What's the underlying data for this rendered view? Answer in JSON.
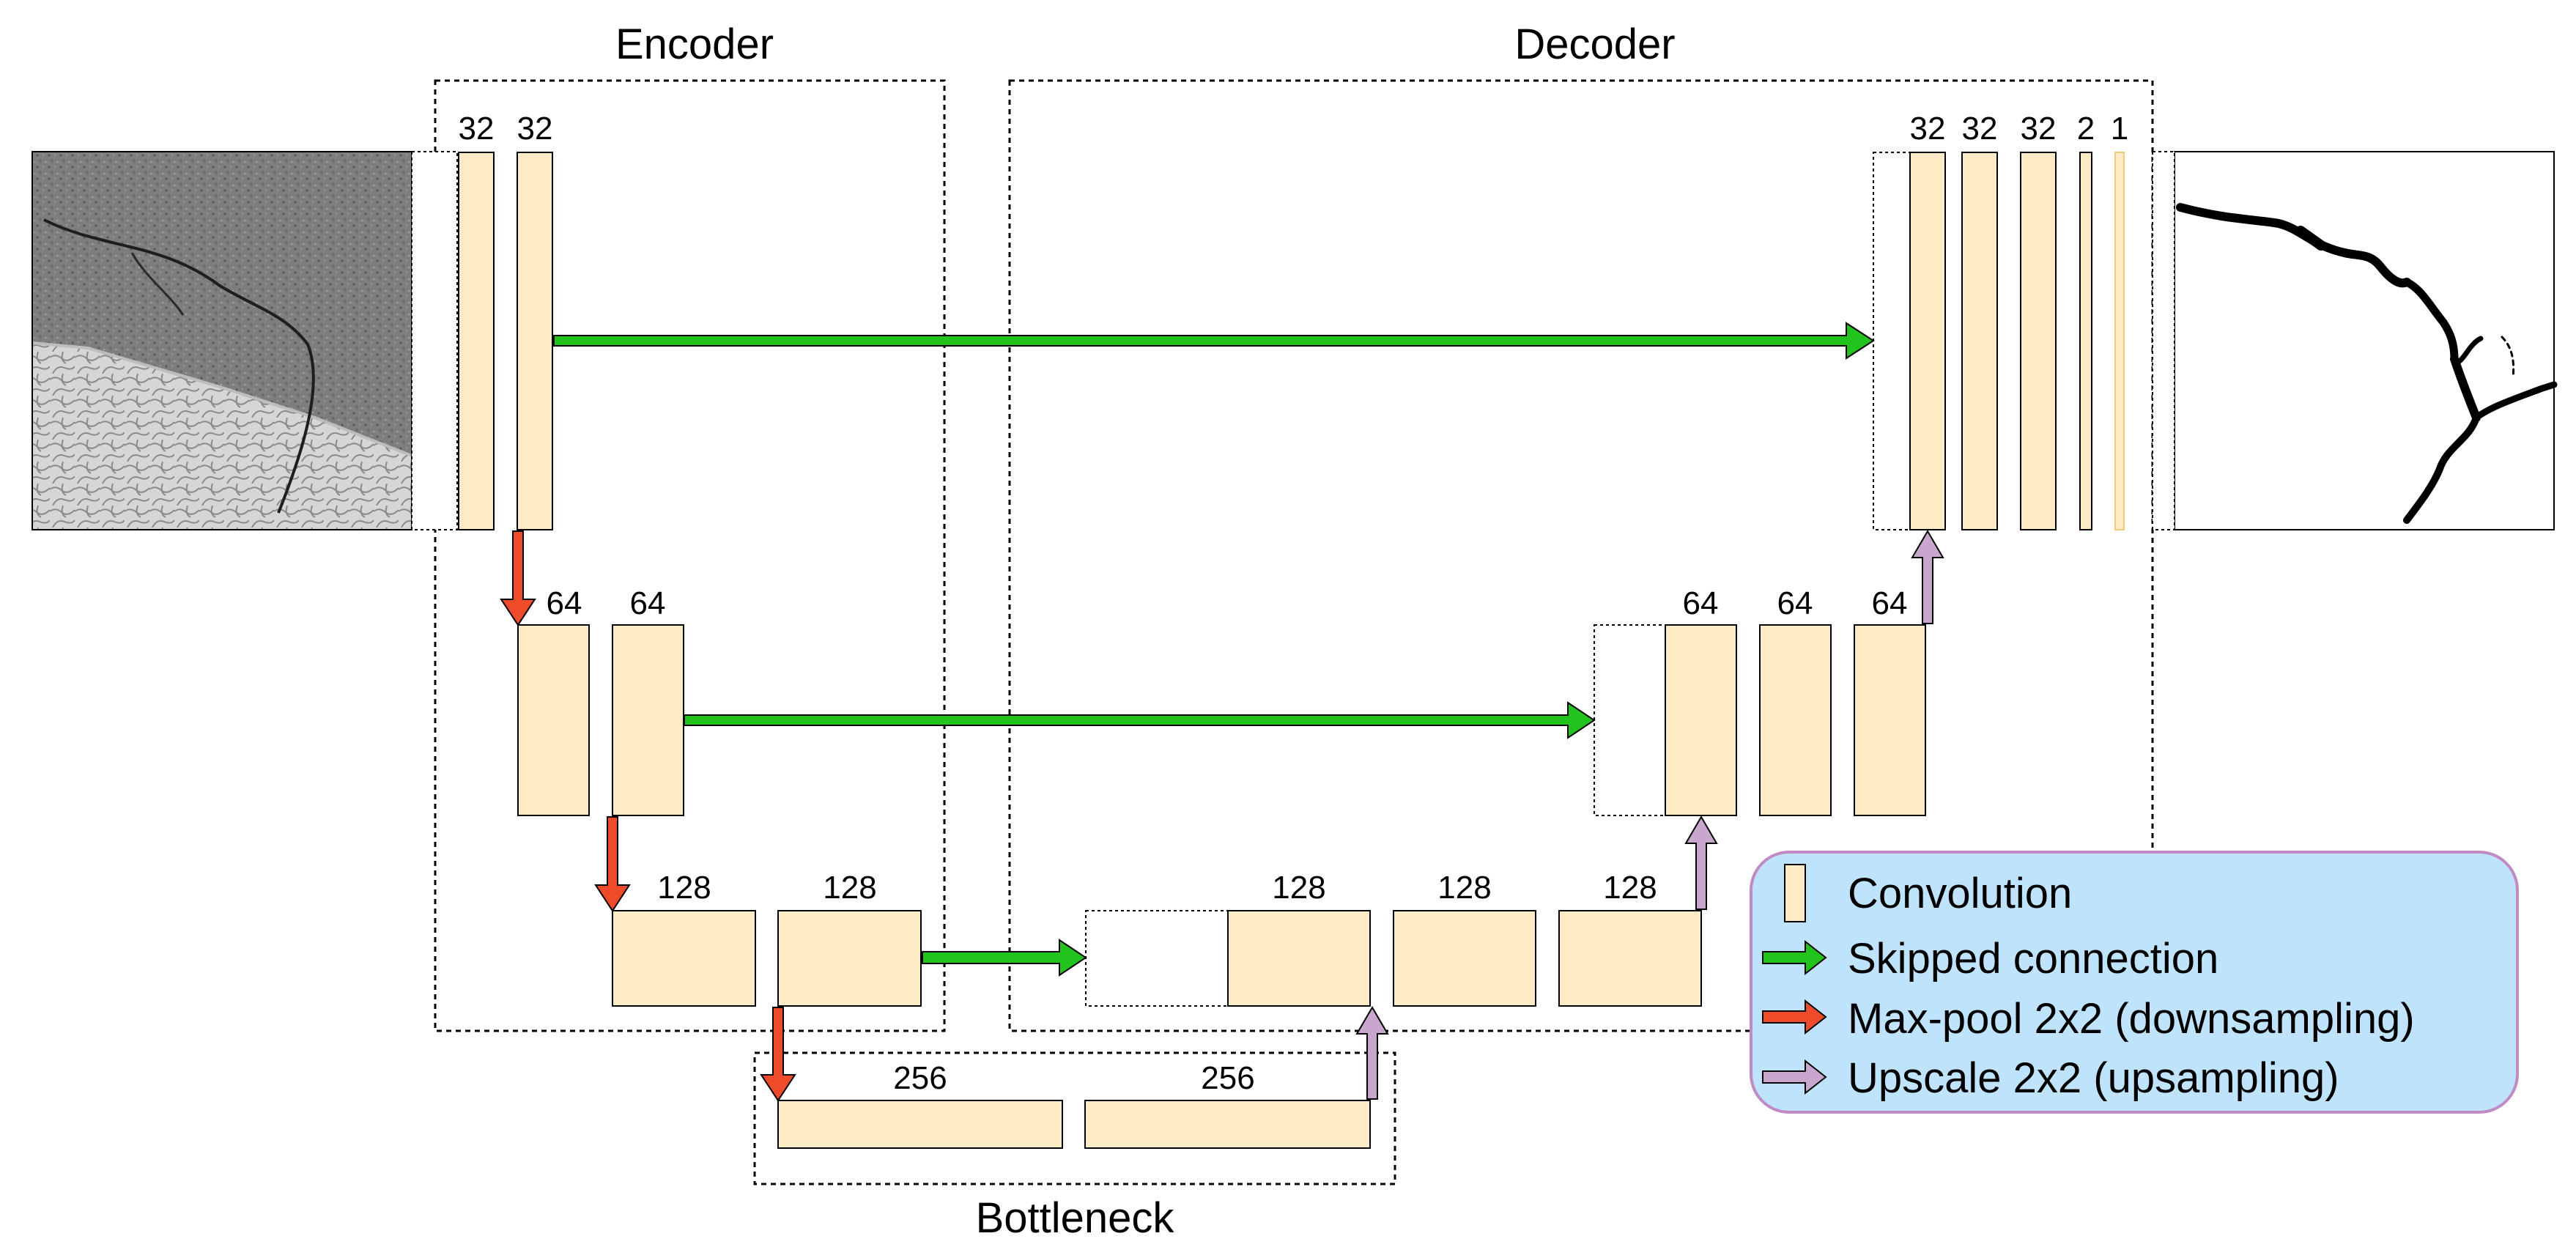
{
  "regions": {
    "encoder": "Encoder",
    "decoder": "Decoder",
    "bottleneck": "Bottleneck"
  },
  "channels": {
    "enc1": [
      "32",
      "32"
    ],
    "enc2": [
      "64",
      "64"
    ],
    "enc3": [
      "128",
      "128"
    ],
    "bottleneck": [
      "256",
      "256"
    ],
    "dec3": [
      "128",
      "128",
      "128"
    ],
    "dec2": [
      "64",
      "64",
      "64"
    ],
    "dec1": [
      "32",
      "32",
      "32",
      "2",
      "1"
    ]
  },
  "legend": {
    "convolution": "Convolution",
    "skip": "Skipped connection",
    "maxpool": "Max-pool 2x2 (downsampling)",
    "upscale": "Upscale 2x2 (upsampling)"
  },
  "colors": {
    "conv_block": "#FCEBC5",
    "skip_arrow": "#22C31C",
    "maxpool_arrow": "#EE4B2B",
    "upscale_arrow": "#C9A6CE",
    "legend_bg": "#BEE3FB",
    "legend_border": "#C08BC4"
  },
  "images": {
    "input": "pavement-crack-photo",
    "output": "crack-segmentation-mask"
  }
}
